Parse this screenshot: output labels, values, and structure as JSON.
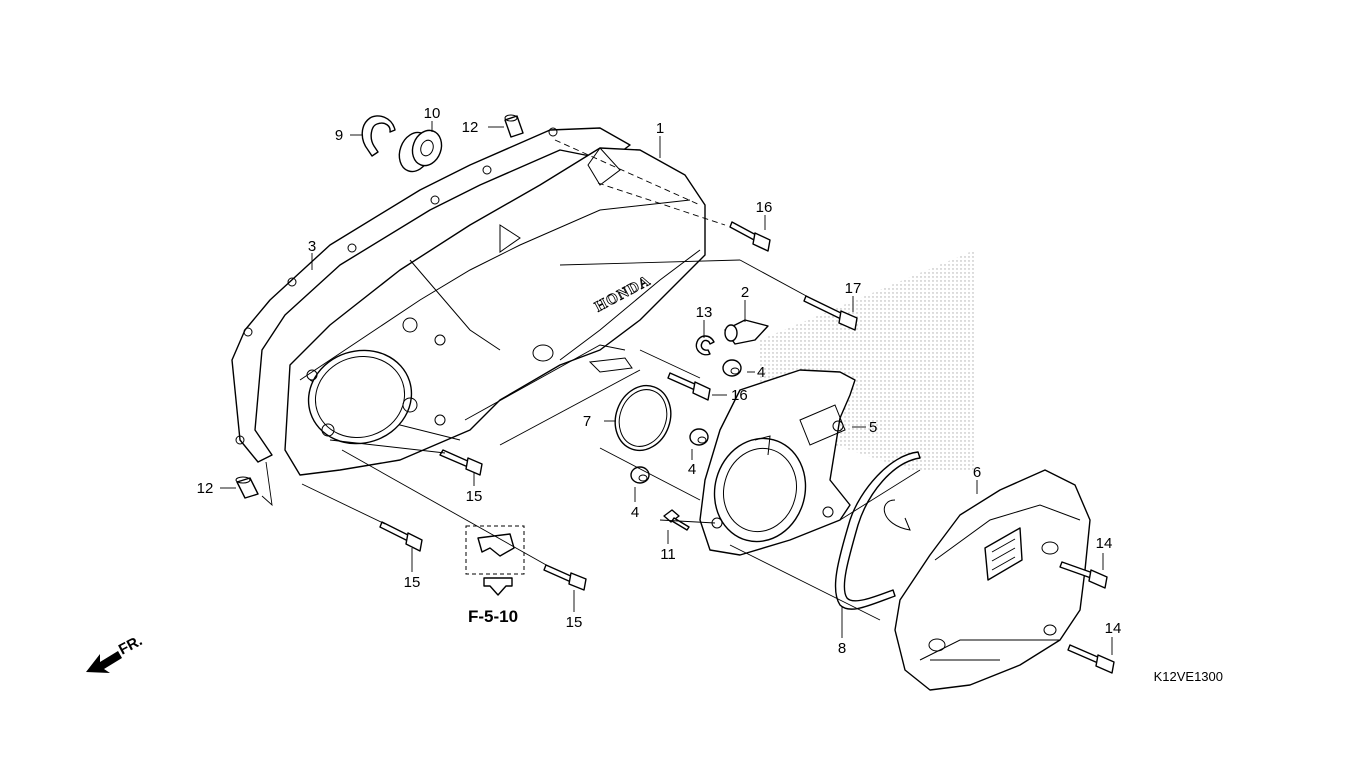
{
  "diagram": {
    "brand_text": "HONDA",
    "reference_label": "F-5-10",
    "direction_label": "FR.",
    "diagram_code": "K12VE1300",
    "callouts": [
      {
        "id": "c1",
        "label": "1"
      },
      {
        "id": "c2",
        "label": "2"
      },
      {
        "id": "c3",
        "label": "3"
      },
      {
        "id": "c4a",
        "label": "4"
      },
      {
        "id": "c4b",
        "label": "4"
      },
      {
        "id": "c4c",
        "label": "4"
      },
      {
        "id": "c5",
        "label": "5"
      },
      {
        "id": "c6",
        "label": "6"
      },
      {
        "id": "c7",
        "label": "7"
      },
      {
        "id": "c8",
        "label": "8"
      },
      {
        "id": "c9",
        "label": "9"
      },
      {
        "id": "c10",
        "label": "10"
      },
      {
        "id": "c11",
        "label": "11"
      },
      {
        "id": "c12a",
        "label": "12"
      },
      {
        "id": "c12b",
        "label": "12"
      },
      {
        "id": "c13",
        "label": "13"
      },
      {
        "id": "c14a",
        "label": "14"
      },
      {
        "id": "c14b",
        "label": "14"
      },
      {
        "id": "c15a",
        "label": "15"
      },
      {
        "id": "c15b",
        "label": "15"
      },
      {
        "id": "c15c",
        "label": "15"
      },
      {
        "id": "c16a",
        "label": "16"
      },
      {
        "id": "c16b",
        "label": "16"
      },
      {
        "id": "c17",
        "label": "17"
      }
    ]
  }
}
